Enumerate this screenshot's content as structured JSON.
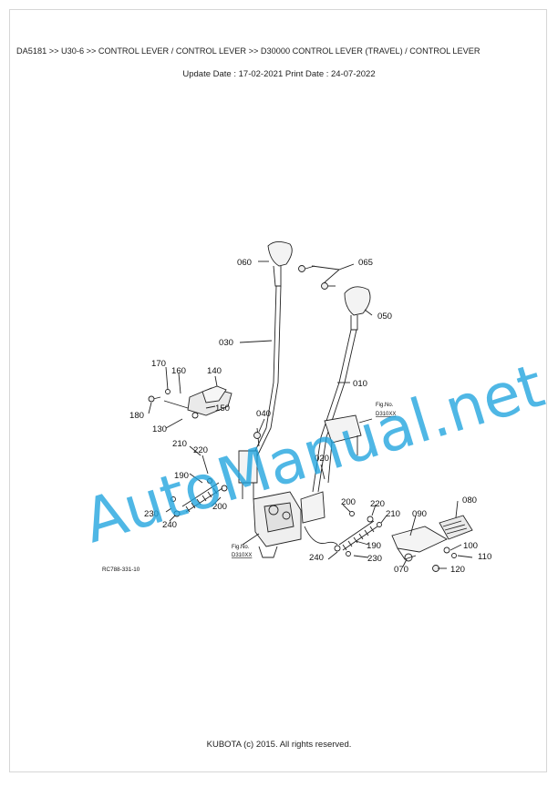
{
  "header": {
    "breadcrumb": "DA5181 >> U30-6 >> CONTROL LEVER / CONTROL LEVER >> D30000   CONTROL LEVER (TRAVEL) / CONTROL LEVER",
    "dates": "Update Date : 17-02-2021   Print Date : 24-07-2022"
  },
  "diagram": {
    "drawing_ref": "RC788-331-10",
    "part_labels": {
      "p060": "060",
      "p065": "065",
      "p050": "050",
      "p030": "030",
      "p010": "010",
      "p170": "170",
      "p160": "160",
      "p140": "140",
      "p150": "150",
      "p180": "180",
      "p130": "130",
      "p040": "040",
      "p210a": "210",
      "p220a": "220",
      "p190a": "190",
      "p200a": "200",
      "p230a": "230",
      "p240a": "240",
      "p020": "020",
      "p200b": "200",
      "p220b": "220",
      "p210b": "210",
      "p190b": "190",
      "p240b": "240",
      "p230b": "230",
      "p090": "090",
      "p080": "080",
      "p100": "100",
      "p110": "110",
      "p070": "070",
      "p120": "120"
    },
    "fig_refs": {
      "top_label": "Fig.No.",
      "top_code": "D310XX",
      "bottom_label": "Fig.No.",
      "bottom_code": "D310XX"
    }
  },
  "watermark": {
    "text": "AutoManual.net",
    "color": "#1ea3de"
  },
  "footer": {
    "copyright": "KUBOTA (c) 2015. All rights reserved."
  }
}
